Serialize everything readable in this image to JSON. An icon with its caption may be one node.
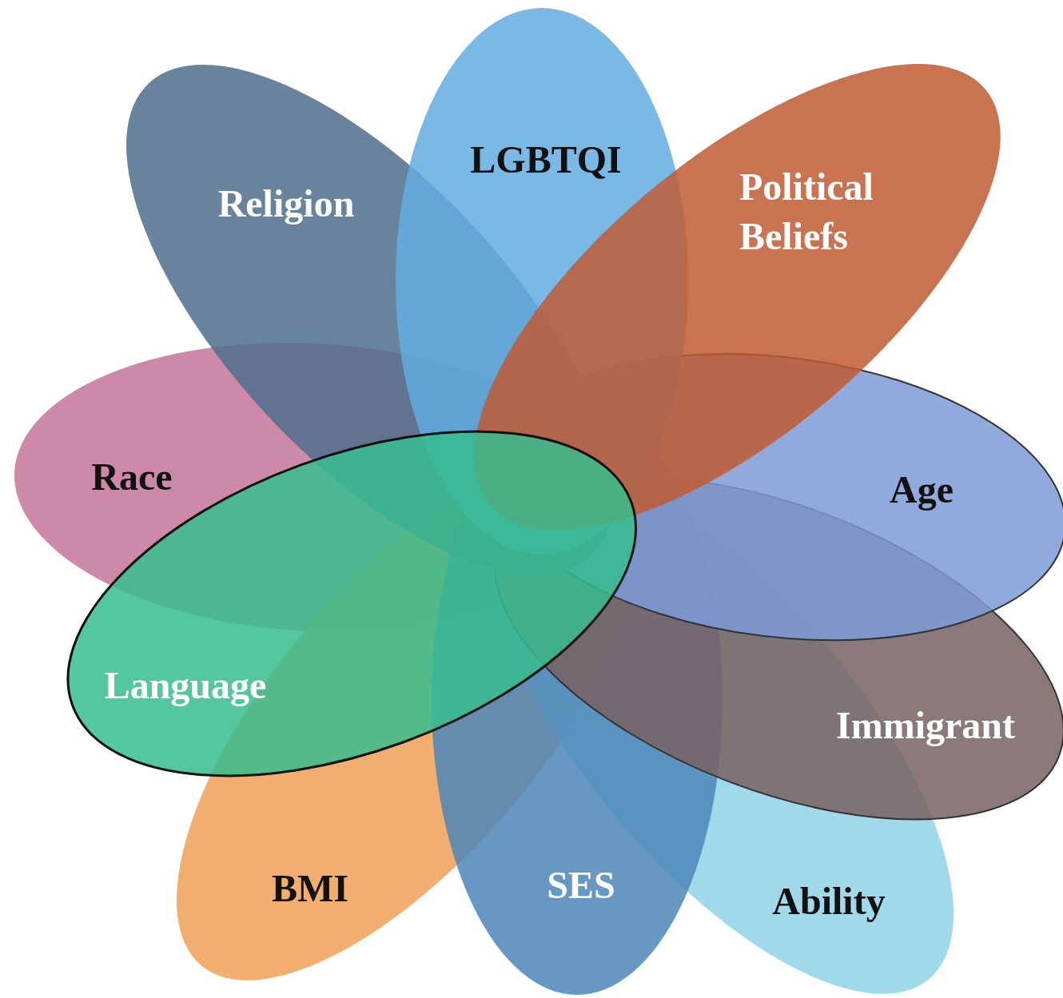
{
  "diagram": {
    "nodes": [
      {
        "text": [
          "Religion"
        ]
      },
      {
        "text": [
          "LGBTQI"
        ]
      },
      {
        "text": [
          "Political Beliefs"
        ]
      },
      {
        "text": [
          "Race"
        ]
      },
      {
        "text": [
          "Age"
        ]
      },
      {
        "text": [
          "Language"
        ]
      },
      {
        "text": [
          "Immigrant"
        ]
      },
      {
        "text": [
          "BMI"
        ]
      },
      {
        "text": [
          "SES"
        ]
      },
      {
        "text": [
          "Ability"
        ]
      }
    ]
  }
}
